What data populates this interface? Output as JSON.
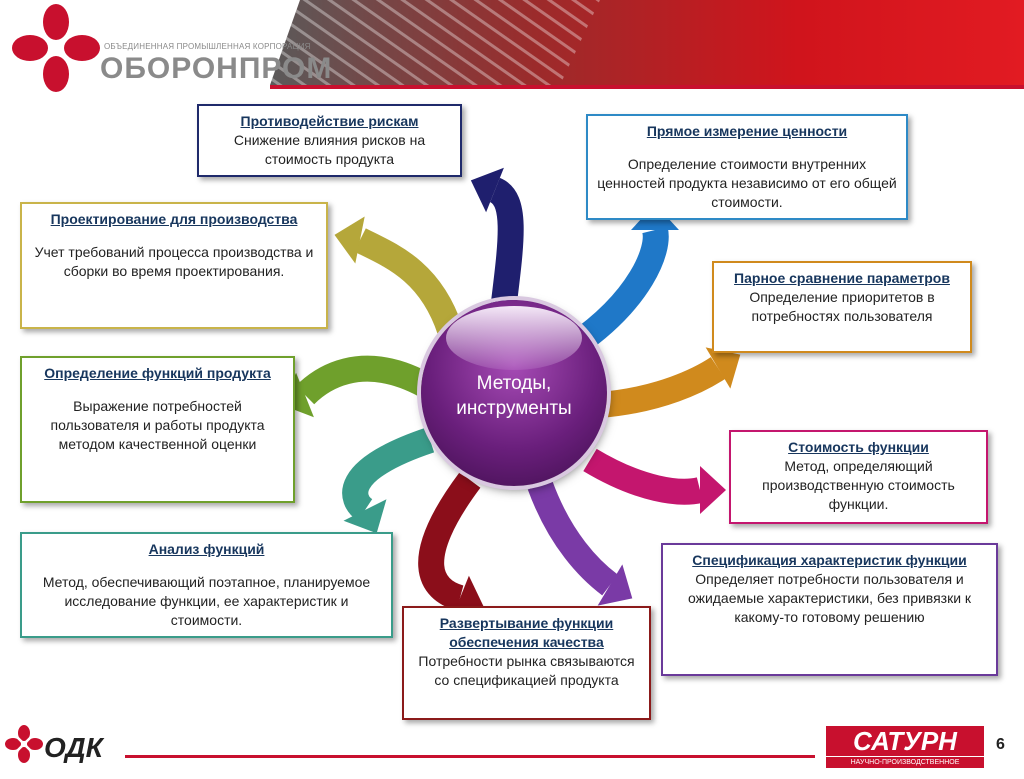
{
  "header": {
    "org_small": "ОБЪЕДИНЕННАЯ ПРОМЫШЛЕННАЯ КОРПОРАЦИЯ",
    "org_big": "ОБОРОНПРОМ"
  },
  "center": {
    "line1": "Методы,",
    "line2": "инструменты"
  },
  "boxes": [
    {
      "title": "Противодействие рискам",
      "desc": "Снижение влияния рисков на стоимость продукта"
    },
    {
      "title": "Прямое измерение ценности",
      "desc": "Определение стоимости внутренних ценностей продукта независимо от его общей стоимости."
    },
    {
      "title": "Проектирование для производства",
      "desc": "Учет требований процесса производства и сборки во время проектирования."
    },
    {
      "title": "Парное сравнение параметров",
      "desc": "Определение приоритетов в потребностях пользователя"
    },
    {
      "title": "Определение функций продукта",
      "desc": "Выражение потребностей пользователя и работы продукта методом качественной оценки"
    },
    {
      "title": "Стоимость функции",
      "desc": "Метод, определяющий производственную стоимость функции."
    },
    {
      "title": "Анализ функций",
      "desc": "Метод, обеспечивающий поэтапное, планируемое исследование функции, ее характеристик и стоимости."
    },
    {
      "title": "Спецификация характеристик функции",
      "desc": "Определяет потребности пользователя и ожидаемые характеристики, без привязки к какому-то готовому решению"
    },
    {
      "title": "Развертывание функции обеспечения качества",
      "desc": "Потребности рынка связываются со спецификацией продукта"
    }
  ],
  "footer": {
    "odk": "ОДК",
    "saturn": "САТУРН",
    "saturn_sub": "НАУЧНО-ПРОИЗВОДСТВЕННОЕ ОБЪЕДИНЕНИЕ",
    "page": "6"
  },
  "colors": {
    "brand_red": "#c8102e",
    "title_blue": "#17365d",
    "center_purple": "#6a1f7c"
  }
}
